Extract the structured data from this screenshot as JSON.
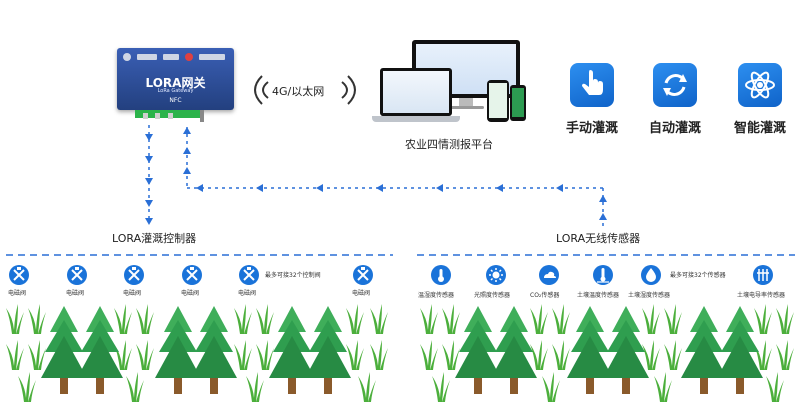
{
  "gateway": {
    "title": "LORA网关",
    "subtitle": "LoRa Gateway",
    "nfc": "NFC"
  },
  "link_label": "4G/以太网",
  "platform_label": "农业四情测报平台",
  "modes": [
    {
      "label": "手动灌溉",
      "icon": "hand-pointer-icon"
    },
    {
      "label": "自动灌溉",
      "icon": "refresh-icon"
    },
    {
      "label": "智能灌溉",
      "icon": "atom-icon"
    }
  ],
  "controller_section": {
    "label": "LORA灌溉控制器",
    "valve_label": "电磁阀",
    "hint": "最多可接32个控制阀"
  },
  "sensor_section": {
    "label": "LORA无线传感器",
    "hint": "最多可接32个传感器",
    "sensors": [
      {
        "label": "温湿度传感器",
        "icon": "thermometer-icon"
      },
      {
        "label": "光照度传感器",
        "icon": "sun-icon"
      },
      {
        "label": "CO₂传感器",
        "icon": "cloud-icon"
      },
      {
        "label": "土壤温度传感器",
        "icon": "soil-thermometer-icon"
      },
      {
        "label": "土壤湿度传感器",
        "icon": "droplet-icon"
      },
      {
        "label": "土壤电导率传感器",
        "icon": "conductivity-icon"
      }
    ]
  },
  "colors": {
    "accent": "#1a73d9",
    "dash": "#2a6fd6",
    "tree": "#2f9e4f",
    "grass": "#4caf3c"
  }
}
